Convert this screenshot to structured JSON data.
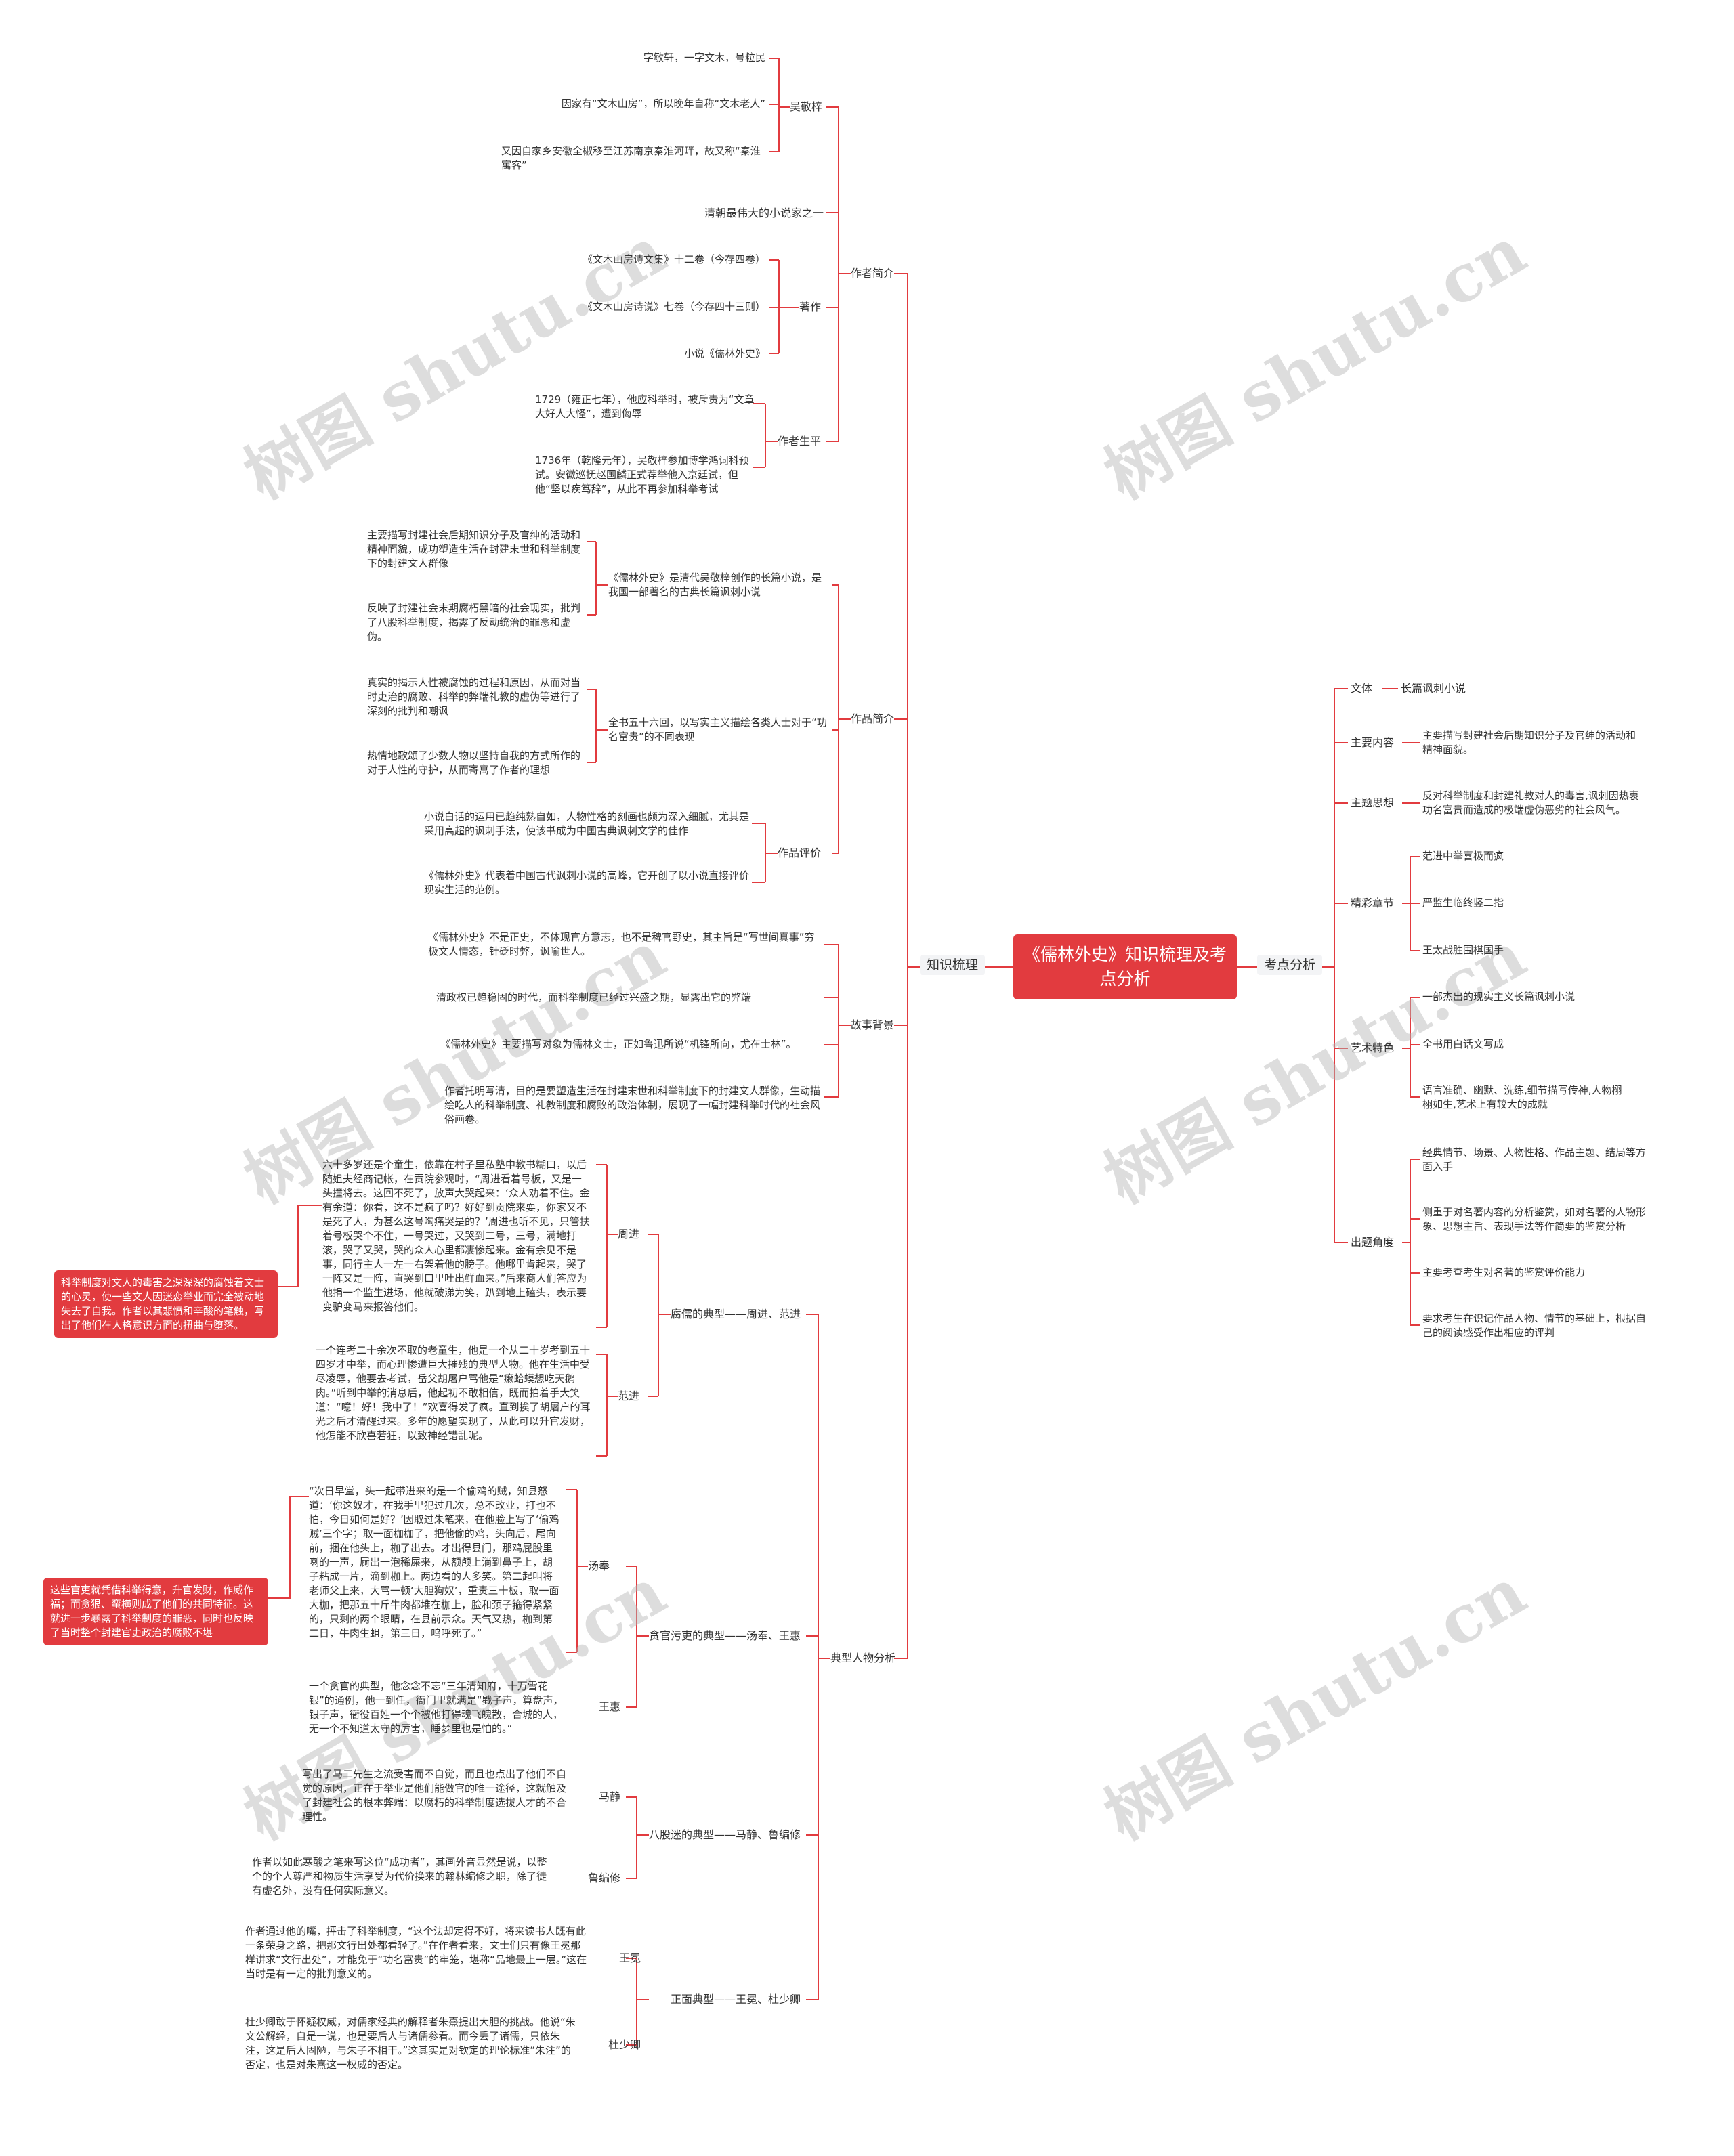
{
  "root": "《儒林外史》知识梳理及考点分析",
  "branches": {
    "left": "知识梳理",
    "right": "考点分析"
  },
  "watermark": "树图 shutu.cn",
  "left": {
    "author_intro": "作者简介",
    "wujingzi": "吴敬梓",
    "w1": "字敏轩，一字文木，号粒民",
    "w2": "因家有“文木山房”，所以晚年自称“文木老人”",
    "w3": "又因自家乡安徽全椒移至江苏南京秦淮河畔，故又称“秦淮寓客”",
    "greatest": "清朝最伟大的小说家之一",
    "works": "著作",
    "works1": "《文木山房诗文集》十二卷（今存四卷）",
    "works2": "《文木山房诗说》七卷（今存四十三则）",
    "works3": "小说《儒林外史》",
    "life": "作者生平",
    "life1": "1729（雍正七年），他应科举时，被斥责为“文章大好人大怪”，遭到侮辱",
    "life2": "1736年（乾隆元年），吴敬梓参加博学鸿词科预试。安徽巡抚赵国麟正式荐举他入京廷试，但他“坚以疾笃辞”，从此不再参加科举考试",
    "work_intro": "作品简介",
    "wi_a": "《儒林外史》是清代吴敬梓创作的长篇小说，是我国一部著名的古典长篇讽刺小说",
    "wi_a1": "主要描写封建社会后期知识分子及官绅的活动和精神面貌，成功塑造生活在封建末世和科举制度下的封建文人群像",
    "wi_a2": "反映了封建社会末期腐朽黑暗的社会现实，批判了八股科举制度，揭露了反动统治的罪恶和虚伪。",
    "wi_b": "全书五十六回，以写实主义描绘各类人士对于“功名富贵”的不同表现",
    "wi_b1": "真实的揭示人性被腐蚀的过程和原因，从而对当时吏治的腐败、科举的弊端礼教的虚伪等进行了深刻的批判和嘲讽",
    "wi_b2": "热情地歌颂了少数人物以坚持自我的方式所作的对于人性的守护，从而寄寓了作者的理想",
    "evaluation": "作品评价",
    "ev1": "小说白话的运用已趋纯熟自如，人物性格的刻画也颇为深入细腻，尤其是采用高超的讽刺手法，使该书成为中国古典讽刺文学的佳作",
    "ev2": "《儒林外史》代表着中国古代讽刺小说的高峰，它开创了以小说直接评价现实生活的范例。",
    "background": "故事背景",
    "bg1": "《儒林外史》不是正史，不体现官方意志，也不是稗官野史，其主旨是“写世间真事”穷极文人情态，针砭时弊，讽喻世人。",
    "bg2": "清政权已趋稳固的时代，而科举制度已经过兴盛之期，显露出它的弊端",
    "bg3": "《儒林外史》主要描写对象为儒林文士，正如鲁迅所说“机锋所向，尤在士林”。",
    "bg4": "作者托明写清，目的是要塑造生活在封建末世和科举制度下的封建文人群像，生动描绘吃人的科举制度、礼教制度和腐败的政治体制，展现了一幅封建科举时代的社会风俗画卷。",
    "typical": "典型人物分析",
    "t1": "腐儒的典型——周进、范进",
    "zhoujin": "周进",
    "zhoujin_t": "六十多岁还是个童生，依靠在村子里私塾中教书糊口，以后随姐夫经商记帐，在贡院参观时，“周进看着号板，又是一头撞将去。这回不死了，放声大哭起来：‘众人劝着不住。金有余道：你看，这不是疯了吗？好好到贡院来耍，你家又不是死了人，为甚么这号啕痛哭是的？’周进也听不见，只管扶着号板哭个不住，一号哭过，又哭到二号，三号，满地打滚，哭了又哭，哭的众人心里都凄惨起来。金有余见不是事，同行主人一左一右架着他的膀子。他哪里肯起来，哭了一阵又是一阵，直哭到口里吐出鲜血来。”后来商人们答应为他捐一个监生进场，他就破涕为笑，趴到地上磕头，表示要变驴变马来报答他们。",
    "fanjin": "范进",
    "fanjin_t": "一个连考二十余次不取的老童生，他是一个从二十岁考到五十四岁才中举，而心理惨遭巨大摧残的典型人物。他在生活中受尽凌辱，他要去考试，岳父胡屠户骂他是“癞蛤蟆想吃天鹅肉。”听到中举的消息后，他起初不敢相信，既而拍着手大笑道：“噫！好！我中了！”欢喜得发了疯。直到挨了胡屠户的耳光之后才清醒过来。多年的愿望实现了，从此可以升官发财，他怎能不欣喜若狂，以致神经错乱呢。",
    "note1": "科举制度对文人的毒害之深深深的腐蚀着文士的心灵，使一些文人因迷恋举业而完全被动地失去了自我。作者以其悲愤和辛酸的笔触，写出了他们在人格意识方面的扭曲与堕落。",
    "t2": "贪官污吏的典型——汤奉、王惠",
    "tangfeng": "汤奉",
    "tangfeng_t": "“次日早堂，头一起带进来的是一个偷鸡的贼，知县怒道：‘你这奴才，在我手里犯过几次，总不改业，打也不怕，今日如何是好？’因取过朱笔来，在他脸上写了‘偷鸡贼’三个字；取一面枷枷了，把他偷的鸡，头向后，尾向前，捆在他头上，枷了出去。才出得县门，那鸡屁股里喇的一声，屙出一泡稀屎来，从额颅上淌到鼻子上，胡子粘成一片，滴到枷上。两边看的人多笑。第二起叫将老师父上来，大骂一顿‘大胆狗奴’，重责三十板，取一面大枷，把那五十斤牛肉都堆在枷上，脸和颈子箍得紧紧的，只剩的两个眼睛，在县前示众。天气又热，枷到第二日，牛肉生蛆，第三日，呜呼死了。”",
    "wanghui": "王惠",
    "wanghui_t": "一个贪官的典型，他念念不忘“三年清知府，十万雪花银”的通例，他一到任，衙门里就满是“戥子声，算盘声，银子声，衙役百姓一个个被他打得魂飞魄散，合城的人，无一个不知道太守的厉害，睡梦里也是怕的。”",
    "note2": "这些官吏就凭借科举得意，升官发财，作威作福；而贪狠、蛮横则成了他们的共同特征。这就进一步暴露了科举制度的罪恶，同时也反映了当时整个封建官吏政治的腐败不堪",
    "t3": "八股迷的典型——马静、鲁编修",
    "majing": "马静",
    "majing_t": "写出了马二先生之流受害而不自觉，而且也点出了他们不自觉的原因，正在于举业是他们能做官的唯一途径，这就触及了封建社会的根本弊端：以腐朽的科举制度选拔人才的不合理性。",
    "lubianxiu": "鲁编修",
    "lubianxiu_t": "作者以如此寒酸之笔来写这位“成功者”，其画外音显然是说，以整个的个人尊严和物质生活享受为代价换来的翰林编修之职，除了徒有虚名外，没有任何实际意义。",
    "t4": "正面典型——王冕、杜少卿",
    "wangmian": "王冕",
    "wangmian_t": "作者通过他的嘴，抨击了科举制度，“这个法却定得不好，将来读书人既有此一条荣身之路，把那文行出处都看轻了。”在作者看来，文士们只有像王冕那样讲求“文行出处”，才能免于“功名富贵”的牢笼，堪称“品地最上一层。”这在当时是有一定的批判意义的。",
    "dushaoqing": "杜少卿",
    "dushaoqing_t": "杜少卿敢于怀疑权威，对儒家经典的解释者朱熹提出大胆的挑战。他说“朱文公解经，自是一说，也是要后人与诸儒参看。而今丢了诸儒，只依朱注，这是后人固陋，与朱子不相干。”这其实是对钦定的理论标准“朱注”的否定，也是对朱熹这一权威的否定。"
  },
  "right": {
    "genre": "文体",
    "genre_v": "长篇讽刺小说",
    "content": "主要内容",
    "content_v": "主要描写封建社会后期知识分子及官绅的活动和精神面貌。",
    "theme": "主题思想",
    "theme_v": "反对科举制度和封建礼教对人的毒害,讽刺因热衷功名富贵而造成的极端虚伪恶劣的社会风气。",
    "chapters": "精彩章节",
    "ch1": "范进中举喜极而疯",
    "ch2": "严监生临终竖二指",
    "ch3": "王太战胜围棋国手",
    "art": "艺术特色",
    "art1": "一部杰出的现实主义长篇讽刺小说",
    "art2": "全书用白话文写成",
    "art3": "语言准确、幽默、洗练,细节描写传神,人物栩栩如生,艺术上有较大的成就",
    "angle": "出题角度",
    "an1": "经典情节、场景、人物性格、作品主题、结局等方面入手",
    "an2": "侧重于对名著内容的分析鉴赏，如对名著的人物形象、思想主旨、表现手法等作简要的鉴赏分析",
    "an3": "主要考查考生对名著的鉴赏评价能力",
    "an4": "要求考生在识记作品人物、情节的基础上，根据自己的阅读感受作出相应的评判"
  },
  "colors": {
    "accent": "#e23b3f",
    "line": "#e23b3f",
    "text": "#333333"
  }
}
